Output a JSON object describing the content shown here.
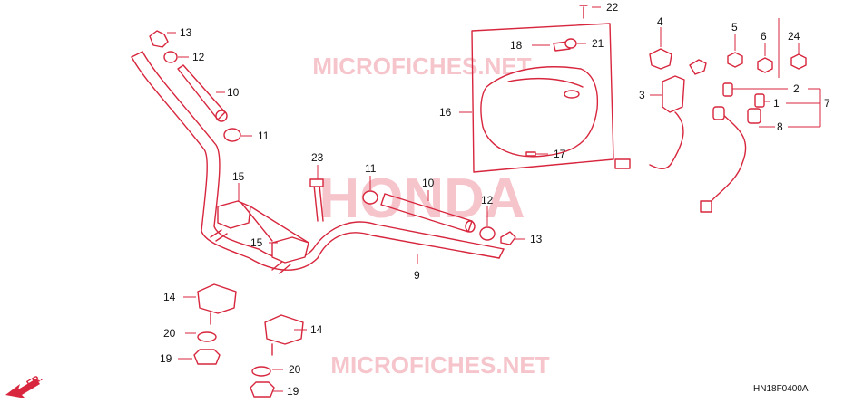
{
  "watermark": {
    "top": "MICROFICHES.NET",
    "center": "HONDA",
    "bottom": "MICROFICHES.NET"
  },
  "diagram_code": "HN18F0400A",
  "direction_label": "FR.",
  "colors": {
    "line": "#d7263d",
    "watermark": "#f6c5cc",
    "text": "#111111"
  },
  "callouts": {
    "c1": "1",
    "c2": "2",
    "c3": "3",
    "c4": "4",
    "c5": "5",
    "c6": "6",
    "c7": "7",
    "c8": "8",
    "c9": "9",
    "c10a": "10",
    "c10b": "10",
    "c11a": "11",
    "c11b": "11",
    "c12a": "12",
    "c12b": "12",
    "c13a": "13",
    "c13b": "13",
    "c14a": "14",
    "c14b": "14",
    "c15a": "15",
    "c15b": "15",
    "c16": "16",
    "c17": "17",
    "c18": "18",
    "c19a": "19",
    "c19b": "19",
    "c20a": "20",
    "c20b": "20",
    "c21": "21",
    "c22": "22",
    "c23": "23",
    "c24": "24"
  }
}
